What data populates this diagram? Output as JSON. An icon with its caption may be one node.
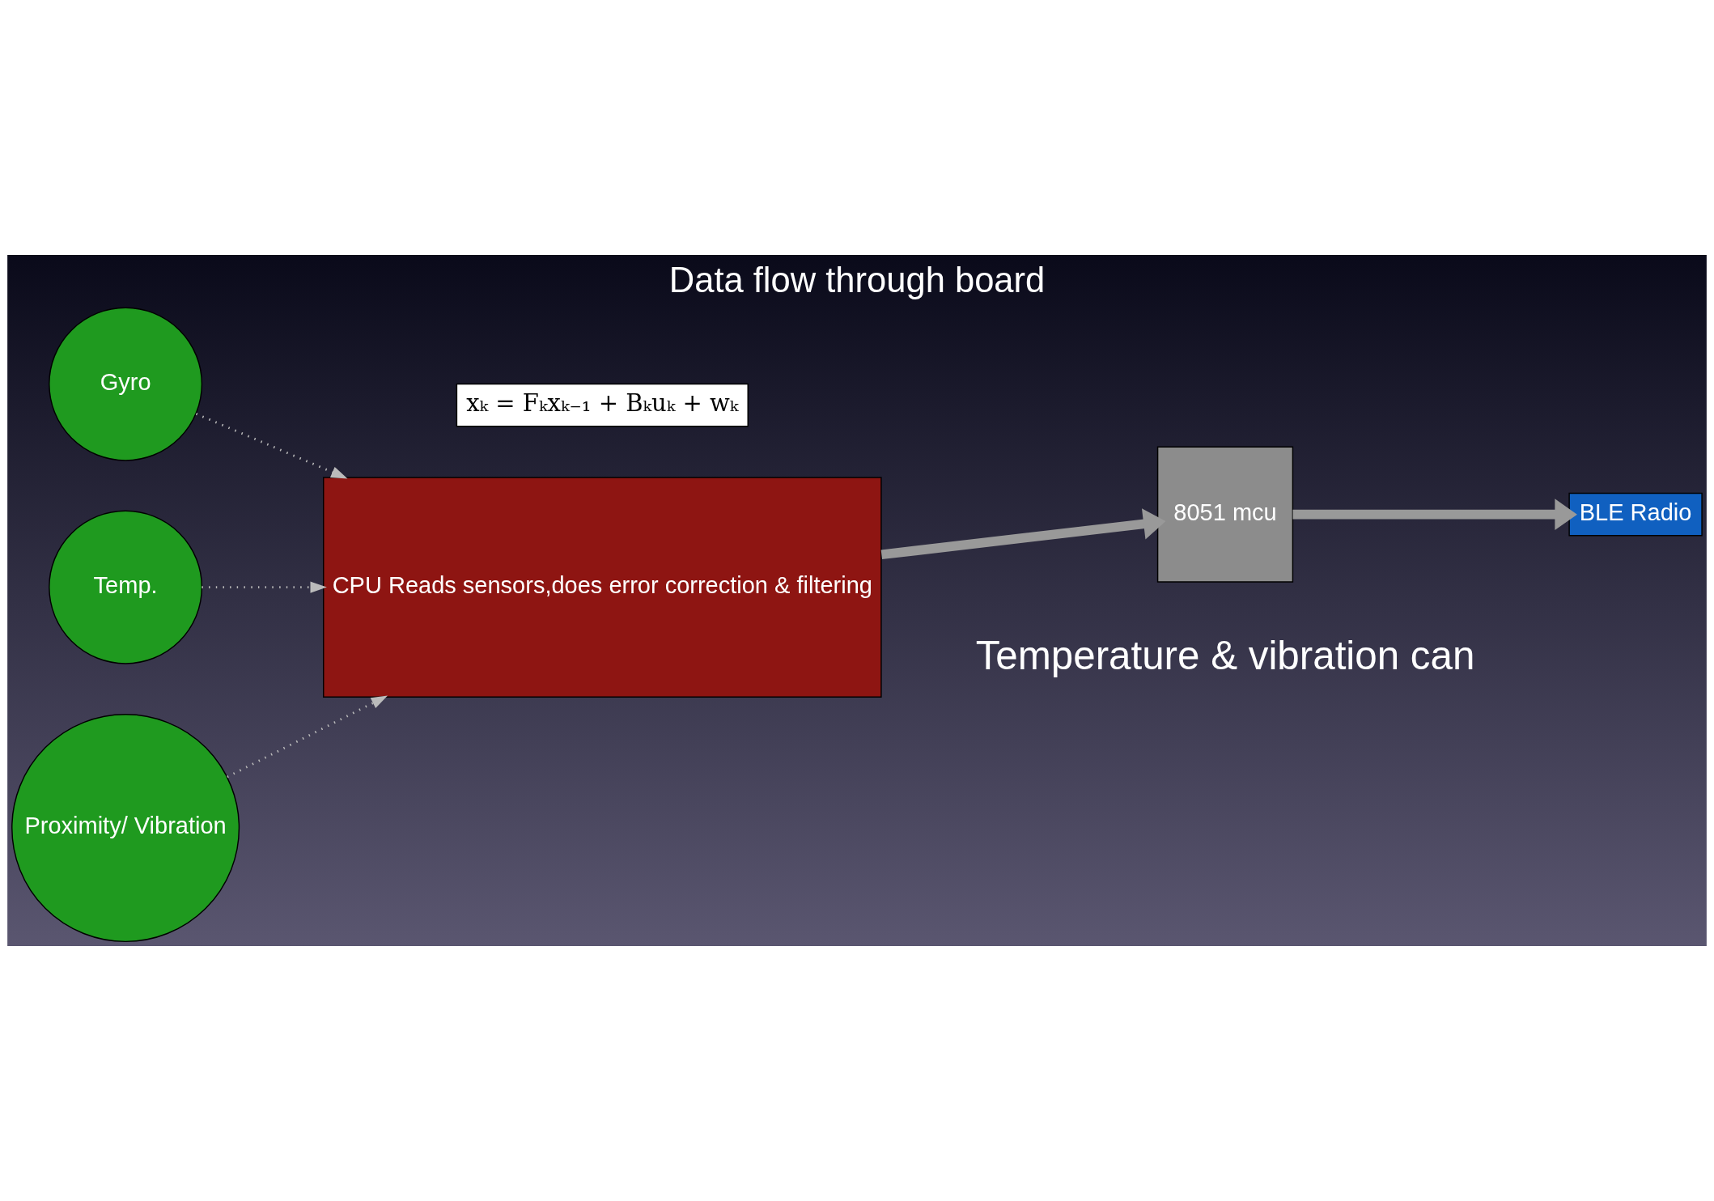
{
  "diagram": {
    "title": "Data flow through board",
    "caption": "Temperature & vibration can",
    "nodes": [
      {
        "text": [
          "Gyro"
        ]
      },
      {
        "text": [
          "Temp."
        ]
      },
      {
        "text": [
          "Proximity/ Vibration"
        ]
      },
      {
        "text": [
          "CPU Reads sensors,does error correction & filtering"
        ]
      },
      {
        "text": [
          "8051 mcu"
        ]
      },
      {
        "text": [
          "BLE Radio"
        ]
      },
      {
        "text": [
          "xₖ = Fₖxₖ₋₁ + Bₖuₖ + wₖ"
        ]
      }
    ],
    "edges": [
      {
        "from": 0,
        "to": 3,
        "arrow": "to",
        "style": "dashed"
      },
      {
        "from": 1,
        "to": 3,
        "arrow": "to",
        "style": "dashed"
      },
      {
        "from": 2,
        "to": 3,
        "arrow": "to",
        "style": "dashed"
      },
      {
        "from": 3,
        "to": 4,
        "arrow": "to",
        "style": "thick"
      },
      {
        "from": 4,
        "to": 5,
        "arrow": "to",
        "style": "thick"
      }
    ]
  }
}
